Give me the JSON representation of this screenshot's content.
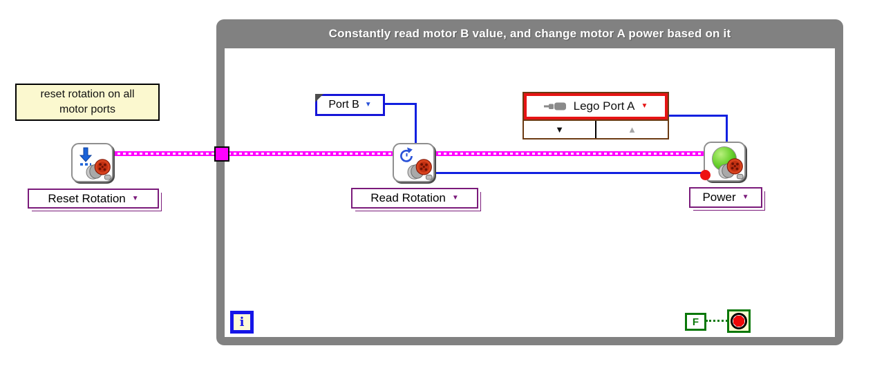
{
  "loop": {
    "title": "Constantly read motor B value, and change motor A power based on it"
  },
  "comment": {
    "line1": "reset rotation on all",
    "line2": "motor ports"
  },
  "nodes": {
    "reset_rotation": {
      "label": "Reset Rotation"
    },
    "read_rotation": {
      "label": "Read Rotation"
    },
    "power": {
      "label": "Power"
    }
  },
  "constants": {
    "port_b": {
      "value": "Port B"
    },
    "lego_port_a": {
      "value": "Lego Port A"
    },
    "stop_boolean": {
      "value": "F"
    }
  },
  "terminals": {
    "iteration": {
      "label": "i"
    }
  },
  "icons": {
    "dropdown_down": "▼",
    "increment_up": "▲"
  },
  "colors": {
    "loop_border": "#818181",
    "value_wire": "#FF00FF",
    "numeric_wire": "#1020E0",
    "enum_border": "#7A1A7A",
    "boolean_green": "#0A780A",
    "lego_red": "#E61414",
    "lego_brown": "#6B3A12",
    "comment_bg": "#FBF8CF",
    "terminal_blue": "#1515E8"
  }
}
